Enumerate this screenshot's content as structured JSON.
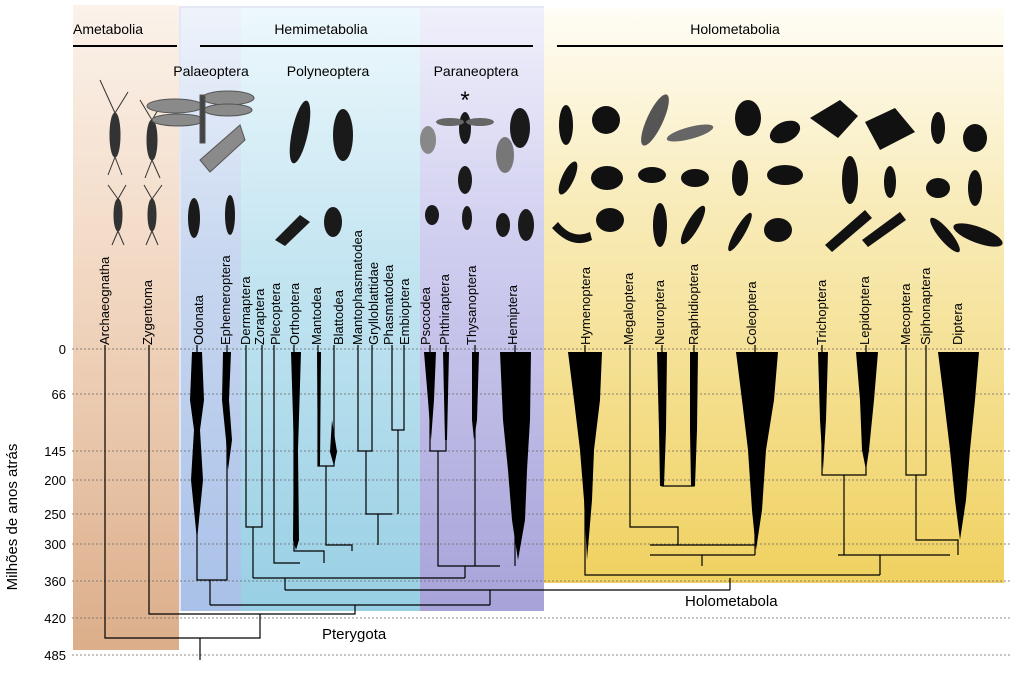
{
  "groups": {
    "ametabolia": "Ametabolia",
    "hemimetabolia": "Hemimetabolia",
    "holometabolia": "Holometabolia",
    "palaeoptera": "Palaeoptera",
    "polyneoptera": "Polyneoptera",
    "paraneoptera": "Paraneoptera"
  },
  "asterisk": "*",
  "y_axis": {
    "label": "Milhões de anos atrás",
    "ticks": [
      "0",
      "66",
      "145",
      "200",
      "250",
      "300",
      "360",
      "420",
      "485"
    ]
  },
  "clades": {
    "holometabola": "Holometabola",
    "pterygota": "Pterygota"
  },
  "orders": [
    "Archaeognatha",
    "Zygentoma",
    "Odonata",
    "Ephemeroptera",
    "Dermaptera",
    "Zoraptera",
    "Plecoptera",
    "Orthoptera",
    "Mantodea",
    "Blattodea",
    "Mantophasmatodea",
    "Grylloblattidae",
    "Phasmatodea",
    "Embioptera",
    "Psocodea",
    "Phthiraptera",
    "Thysanoptera",
    "Hemiptera",
    "Hymenoptera",
    "Megaloptera",
    "Neuroptera",
    "Raphidioptera",
    "Coleoptera",
    "Trichoptera",
    "Lepidoptera",
    "Mecoptera",
    "Siphonaptera",
    "Diptera"
  ],
  "colors": {
    "ametabolia_bg": "#dcae8a",
    "palaeoptera_bg": "#b2c6e8",
    "polyneoptera_bg": "#a9d6e8",
    "paraneoptera_bg": "#b9b6e0",
    "holometabolia_bg": "#f1d56d",
    "lineage_fill": "#000000"
  },
  "icons": [
    "insect-silhouette",
    "winged-insect-silhouette",
    "larva-silhouette"
  ]
}
